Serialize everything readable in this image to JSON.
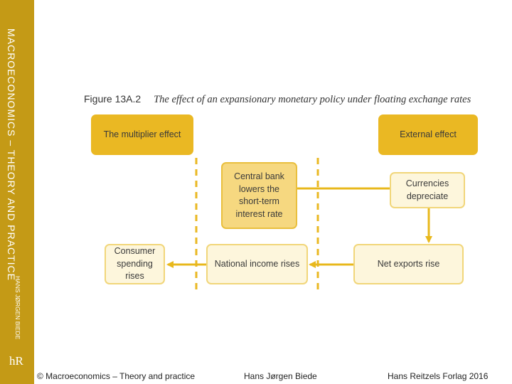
{
  "sidebar": {
    "title": "MACROECONOMICS – THEORY AND PRACTICE",
    "author": "HANS JØRGEN BIEDE",
    "logo": "hR"
  },
  "figure": {
    "number": "Figure 13A.2",
    "caption": "The effect of an expansionary monetary policy under floating exchange rates"
  },
  "boxes": {
    "multiplier": "The multiplier effect",
    "external": "External effect",
    "central_bank": "Central bank lowers the short-term interest rate",
    "currencies": "Currencies depreciate",
    "consumer": "Consumer spending rises",
    "national": "National income rises",
    "net_exports": "Net exports rise"
  },
  "footer": {
    "copyright": "© Macroeconomics – Theory and practice",
    "author": "Hans Jørgen Biede",
    "publisher": "Hans Reitzels Forlag 2016"
  },
  "colors": {
    "sidebar": "#c49a16",
    "header_box": "#eab823",
    "arrow": "#e8b81c"
  }
}
